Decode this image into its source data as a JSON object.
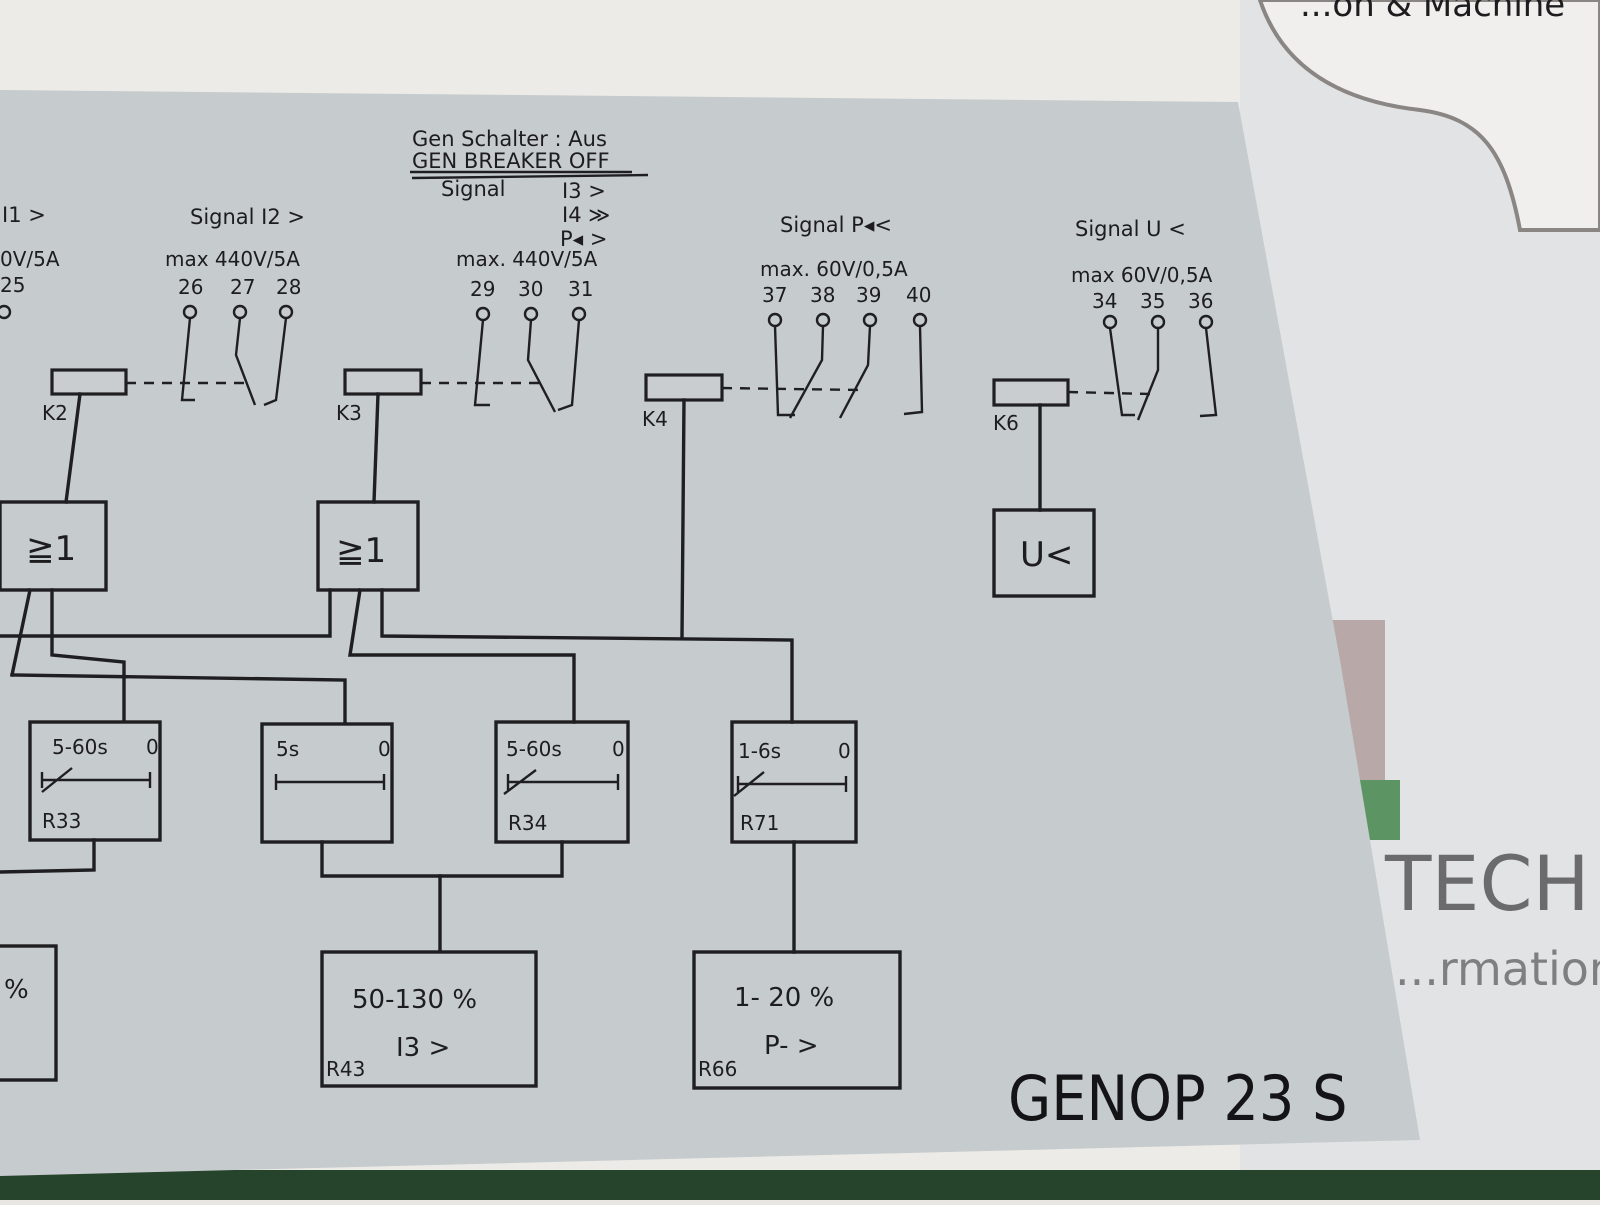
{
  "panel": {
    "model": "GENOP 23 S"
  },
  "header": {
    "line1": "Gen Schalter  : Aus",
    "line2": "GEN BREAKER OFF"
  },
  "signals": {
    "i1": {
      "title": "I1 >",
      "rating": "0V/5A",
      "terminals": [
        "25"
      ]
    },
    "i2": {
      "title": "Signal I2 >",
      "rating": "max 440V/5A",
      "terminals": [
        "26",
        "27",
        "28"
      ]
    },
    "i3": {
      "title": "Signal",
      "conds": [
        "I3 >",
        "I4 ≫",
        "P◂ >"
      ],
      "rating": "max. 440V/5A",
      "terminals": [
        "29",
        "30",
        "31"
      ]
    },
    "p": {
      "title": "Signal P◂<",
      "rating": "max. 60V/0,5A",
      "terminals": [
        "37",
        "38",
        "39",
        "40"
      ]
    },
    "u": {
      "title": "Signal U <",
      "rating": "max 60V/0,5A",
      "terminals": [
        "34",
        "35",
        "36"
      ]
    }
  },
  "relays": [
    "K2",
    "K3",
    "K4",
    "K6"
  ],
  "gates": {
    "or1": "≧1",
    "or2": "≧1",
    "uv": "U<"
  },
  "timers": [
    {
      "range": "5-60s",
      "zero": "0",
      "pot": "R33"
    },
    {
      "range": "5s",
      "zero": "0",
      "pot": ""
    },
    {
      "range": "5-60s",
      "zero": "0",
      "pot": "R34"
    },
    {
      "range": "1-6s",
      "zero": "0",
      "pot": "R71"
    }
  ],
  "settings": [
    {
      "range": "%",
      "pot": "",
      "label": ""
    },
    {
      "range": "50-130 %",
      "pot": "R43",
      "label": "I3 >"
    },
    {
      "range": "1- 20 %",
      "pot": "R66",
      "label": "P- >"
    }
  ],
  "background": {
    "frag_top": "...on & Machine",
    "frag_tech": "TECH",
    "frag_info": "...rmation"
  },
  "colors": {
    "panel": "#c8cdcf",
    "ink": "#1f1f22",
    "paper": "#e8e6e2",
    "pcb": "#2f5a34"
  }
}
